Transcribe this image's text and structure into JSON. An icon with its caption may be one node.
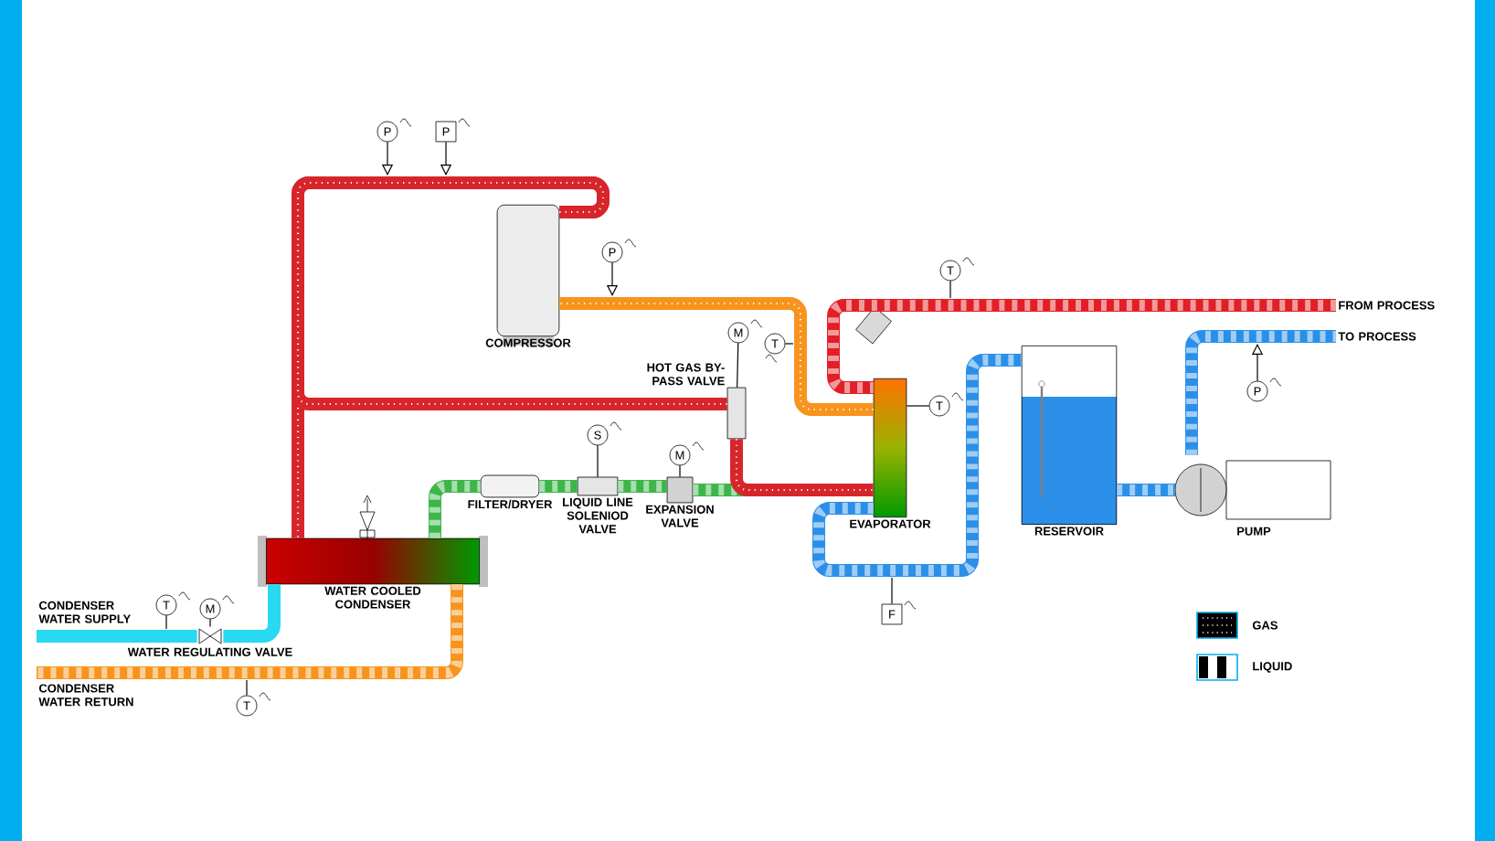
{
  "diagram": {
    "nodes": [
      {
        "text": [
          "COMPRESSOR"
        ]
      },
      {
        "text": [
          "WATER COOLED CONDENSER"
        ]
      },
      {
        "text": [
          "FILTER/DRYER"
        ]
      },
      {
        "text": [
          "LIQUID LINE SOLENIOD VALVE"
        ]
      },
      {
        "text": [
          "EXPANSION VALVE"
        ]
      },
      {
        "text": [
          "HOT GAS BY-PASS VALVE"
        ]
      },
      {
        "text": [
          "EVAPORATOR"
        ]
      },
      {
        "text": [
          "RESERVOIR"
        ]
      },
      {
        "text": [
          "PUMP"
        ]
      },
      {
        "text": [
          "WATER REGULATING VALVE"
        ]
      },
      {
        "text": [
          "CONDENSER WATER SUPPLY"
        ]
      },
      {
        "text": [
          "CONDENSER WATER RETURN"
        ]
      },
      {
        "text": [
          "FROM PROCESS"
        ]
      },
      {
        "text": [
          "TO PROCESS"
        ]
      },
      {
        "text": [
          "P"
        ]
      },
      {
        "text": [
          "P"
        ]
      },
      {
        "text": [
          "P"
        ]
      },
      {
        "text": [
          "M"
        ]
      },
      {
        "text": [
          "T"
        ]
      },
      {
        "text": [
          "S"
        ]
      },
      {
        "text": [
          "M"
        ]
      },
      {
        "text": [
          "T"
        ]
      },
      {
        "text": [
          "T"
        ]
      },
      {
        "text": [
          "P"
        ]
      },
      {
        "text": [
          "F"
        ]
      },
      {
        "text": [
          "T"
        ]
      },
      {
        "text": [
          "M"
        ]
      },
      {
        "text": [
          "T"
        ]
      }
    ],
    "edges": [
      {
        "from": 0,
        "to": 1,
        "arrow": "none",
        "color": "#d7262b"
      },
      {
        "from": 0,
        "to": 5,
        "arrow": "none",
        "color": "#d7262b"
      },
      {
        "from": 1,
        "to": 2,
        "arrow": "none",
        "color": "#3db54a"
      },
      {
        "from": 2,
        "to": 3,
        "arrow": "none",
        "color": "#3db54a"
      },
      {
        "from": 3,
        "to": 4,
        "arrow": "none",
        "color": "#3db54a"
      },
      {
        "from": 4,
        "to": 6,
        "arrow": "none",
        "color": "#3db54a"
      },
      {
        "from": 5,
        "to": 6,
        "arrow": "none",
        "color": "#d7262b"
      },
      {
        "from": 6,
        "to": 0,
        "arrow": "none",
        "color": "#f7941d"
      },
      {
        "from": 12,
        "to": 6,
        "arrow": "none",
        "color": "#e01f26"
      },
      {
        "from": 6,
        "to": 7,
        "arrow": "none",
        "color": "#2b8fe8"
      },
      {
        "from": 7,
        "to": 8,
        "arrow": "none",
        "color": "#2b8fe8"
      },
      {
        "from": 8,
        "to": 13,
        "arrow": "none",
        "color": "#2b8fe8"
      },
      {
        "from": 10,
        "to": 9,
        "arrow": "none",
        "color": "#29d9f2"
      },
      {
        "from": 9,
        "to": 1,
        "arrow": "none",
        "color": "#29d9f2"
      },
      {
        "from": 1,
        "to": 11,
        "arrow": "none",
        "color": "#f7941d"
      },
      {
        "from": 14,
        "to": null,
        "arrow": "to"
      },
      {
        "from": 15,
        "to": null,
        "arrow": "to"
      },
      {
        "from": 16,
        "to": null,
        "arrow": "to"
      },
      {
        "from": 17,
        "to": 5,
        "arrow": "none"
      },
      {
        "from": 18,
        "to": null,
        "arrow": "none"
      },
      {
        "from": 19,
        "to": 3,
        "arrow": "none"
      },
      {
        "from": 20,
        "to": 4,
        "arrow": "none"
      },
      {
        "from": 21,
        "to": null,
        "arrow": "none"
      },
      {
        "from": 22,
        "to": 6,
        "arrow": "none"
      },
      {
        "from": 23,
        "to": null,
        "arrow": "to"
      },
      {
        "from": 24,
        "to": null,
        "arrow": "none"
      },
      {
        "from": 25,
        "to": null,
        "arrow": "none"
      },
      {
        "from": 26,
        "to": 9,
        "arrow": "none"
      },
      {
        "from": 27,
        "to": null,
        "arrow": "none"
      }
    ],
    "legend": [
      {
        "text": "GAS"
      },
      {
        "text": "LIQUID"
      }
    ]
  }
}
